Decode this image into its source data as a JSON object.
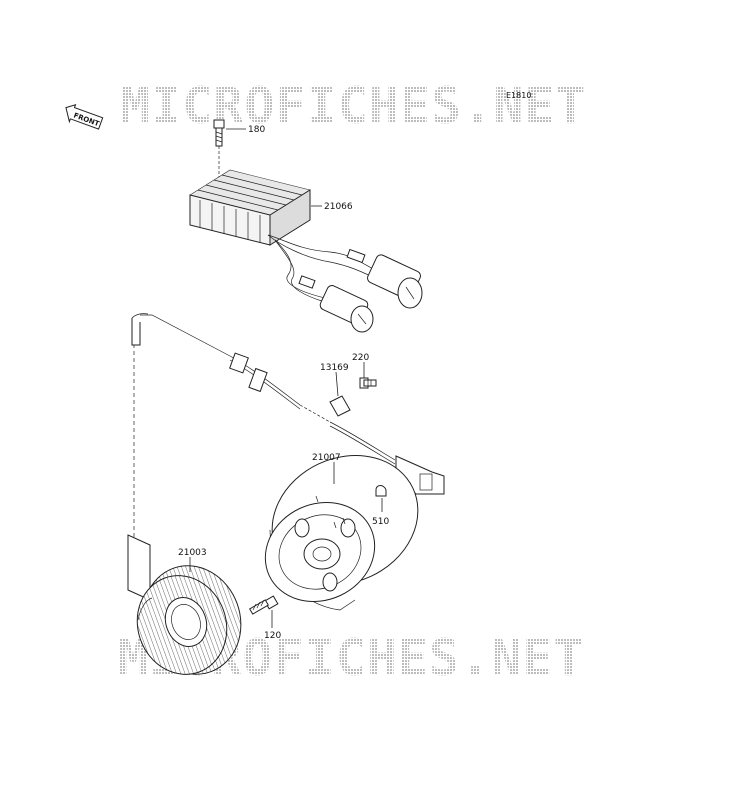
{
  "diagram": {
    "ref_code": "E1810",
    "watermark_top": "MICROFICHES.NET",
    "watermark_bottom": "MICROFICHES.NET",
    "front_label": "FRONT"
  },
  "parts": [
    {
      "id": "p180",
      "number": "180"
    },
    {
      "id": "p21066",
      "number": "21066"
    },
    {
      "id": "p13169",
      "number": "13169"
    },
    {
      "id": "p220",
      "number": "220"
    },
    {
      "id": "p21007",
      "number": "21007"
    },
    {
      "id": "p510",
      "number": "510"
    },
    {
      "id": "p21003",
      "number": "21003"
    },
    {
      "id": "p120",
      "number": "120"
    }
  ],
  "colors": {
    "line": "#222222",
    "watermark": "#c8c8c8",
    "background": "#ffffff"
  }
}
